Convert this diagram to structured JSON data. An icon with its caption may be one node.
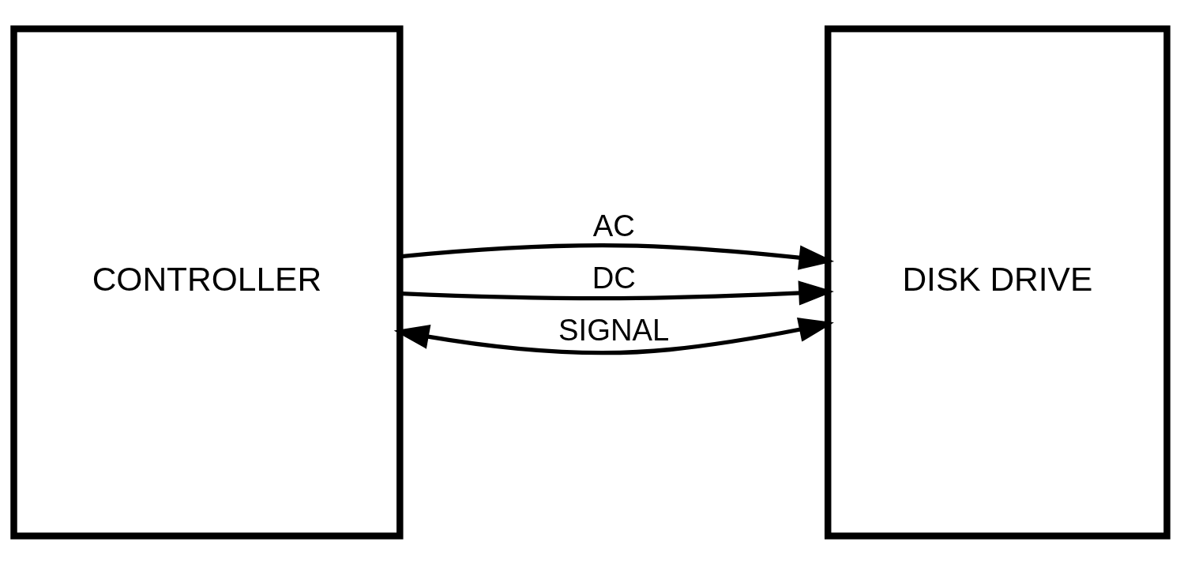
{
  "diagram": {
    "nodes": [
      {
        "text": [
          "CONTROLLER"
        ]
      },
      {
        "text": [
          "DISK DRIVE"
        ]
      }
    ],
    "edges": [
      {
        "from": 0,
        "to": 1,
        "arrow": "to",
        "label": "AC"
      },
      {
        "from": 0,
        "to": 1,
        "arrow": "to",
        "label": "DC"
      },
      {
        "from": 0,
        "to": 1,
        "arrow": "both",
        "label": "SIGNAL"
      }
    ]
  }
}
